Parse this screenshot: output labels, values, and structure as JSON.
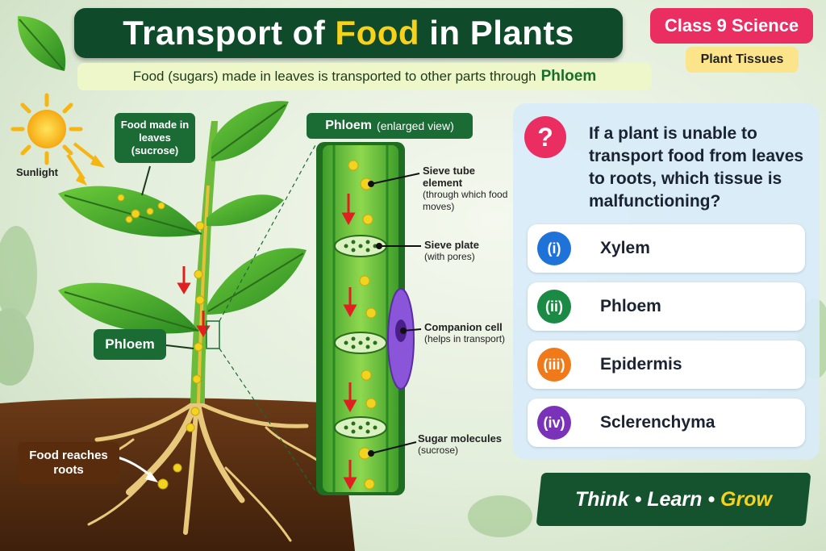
{
  "header": {
    "title_part1": "Transport of ",
    "title_highlight": "Food",
    "title_part2": " in Plants",
    "subtitle": "Food (sugars) made in leaves is transported to other parts through",
    "subtitle_highlight": "Phloem",
    "class_badge": "Class 9 Science",
    "topic_badge": "Plant Tissues"
  },
  "plant": {
    "sunlight_label": "Sunlight",
    "food_made_label": "Food made in leaves (sucrose)",
    "phloem_label": "Phloem",
    "roots_label": "Food reaches roots"
  },
  "enlarged": {
    "heading": "Phloem",
    "heading_note": "(enlarged view)",
    "sieve_tube": {
      "title": "Sieve tube element",
      "note": "(through which food moves)"
    },
    "sieve_plate": {
      "title": "Sieve plate",
      "note": "(with pores)"
    },
    "companion": {
      "title": "Companion cell",
      "note": "(helps in transport)"
    },
    "sugar": {
      "title": "Sugar molecules",
      "note": "(sucrose)"
    }
  },
  "question": {
    "mark": "?",
    "text": "If a plant is unable to transport food from leaves to roots, which tissue is malfunctioning?",
    "options": [
      {
        "num": "(i)",
        "label": "Xylem",
        "color": "#1f73d8"
      },
      {
        "num": "(ii)",
        "label": "Phloem",
        "color": "#1b8a45"
      },
      {
        "num": "(iii)",
        "label": "Epidermis",
        "color": "#f07a1a"
      },
      {
        "num": "(iv)",
        "label": "Sclerenchyma",
        "color": "#7a32b8"
      }
    ]
  },
  "slogan": {
    "think": "Think",
    "dot": "•",
    "learn": "Learn",
    "grow": "Grow"
  },
  "colors": {
    "title_bg": "#0f4a2a",
    "highlight": "#f6d21b",
    "badge": "#ea2e62",
    "phloem_green": "#1b6b35",
    "soil": "#5a2c0e"
  }
}
